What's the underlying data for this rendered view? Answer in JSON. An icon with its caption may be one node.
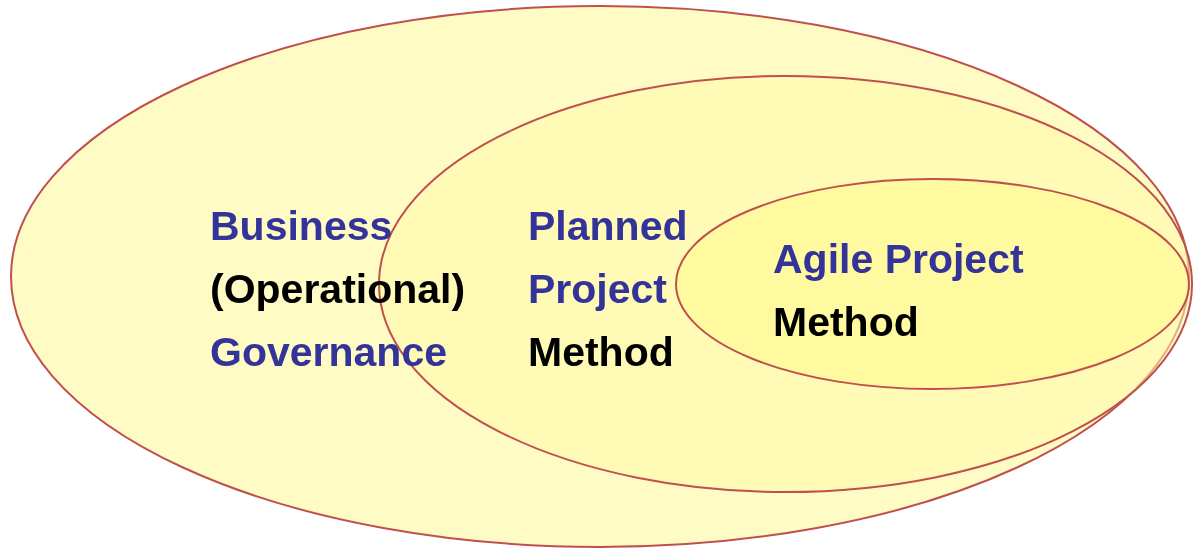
{
  "diagram": {
    "nodes": [
      {
        "text": [
          "Business",
          "(Operational)",
          "Governance"
        ]
      },
      {
        "text": [
          "Planned Project",
          "Method"
        ],
        "in": 0
      },
      {
        "text": [
          "Agile Project",
          "Method"
        ],
        "in": 1
      }
    ]
  }
}
